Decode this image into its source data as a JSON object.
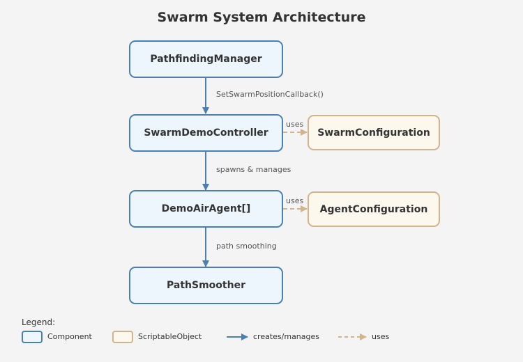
{
  "title": "Swarm System Architecture",
  "nodes": {
    "pathfinding_manager": "PathfindingManager",
    "swarm_demo_controller": "SwarmDemoController",
    "swarm_configuration": "SwarmConfiguration",
    "demo_air_agent": "DemoAirAgent[]",
    "agent_configuration": "AgentConfiguration",
    "path_smoother": "PathSmoother"
  },
  "edges": {
    "pm_to_sdc": "SetSwarmPositionCallback()",
    "sdc_to_daa": "spawns & manages",
    "daa_to_ps": "path smoothing",
    "sdc_uses": "uses",
    "daa_uses": "uses"
  },
  "legend": {
    "title": "Legend:",
    "component": "Component",
    "scriptable_object": "ScriptableObject",
    "creates_manages": "creates/manages",
    "uses": "uses"
  },
  "colors": {
    "component_border": "#4a7fb0",
    "component_fill": "#eef6fd",
    "so_border": "#d2b48c",
    "so_fill": "#fcf8ee"
  }
}
